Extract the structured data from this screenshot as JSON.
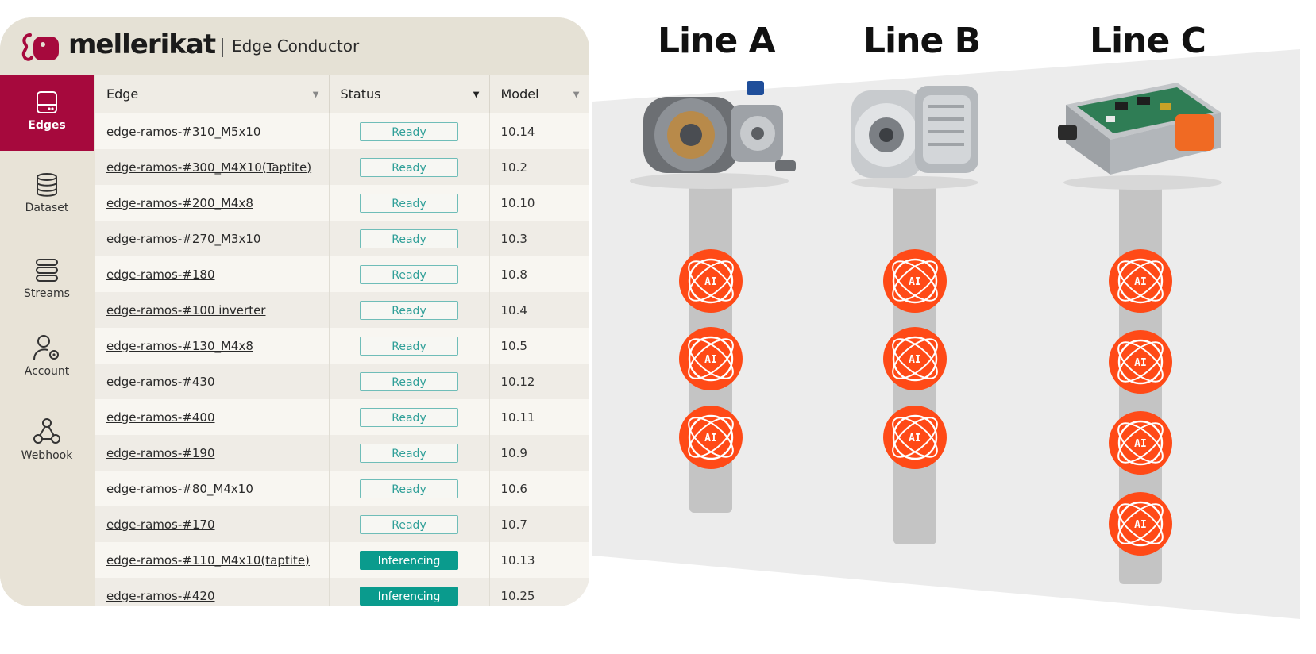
{
  "header": {
    "brand": "mellerikat",
    "product": "Edge Conductor"
  },
  "colors": {
    "brand": "#a6093d",
    "ready": "#2f9f98",
    "inferencing": "#0a9b8d",
    "ai_badge": "#ff4a17"
  },
  "sidebar": {
    "items": [
      {
        "label": "Edges",
        "icon": "edge-device-icon",
        "active": true
      },
      {
        "label": "Dataset",
        "icon": "database-icon"
      },
      {
        "label": "Streams",
        "icon": "streams-icon"
      },
      {
        "label": "Account",
        "icon": "account-settings-icon"
      },
      {
        "label": "Webhook",
        "icon": "webhook-icon"
      }
    ]
  },
  "table": {
    "columns": [
      "Edge",
      "Status",
      "Model"
    ],
    "rows": [
      {
        "edge": "edge-ramos-#310_M5x10",
        "status": "Ready",
        "model": "10.14"
      },
      {
        "edge": "edge-ramos-#300_M4X10(Taptite)",
        "status": "Ready",
        "model": "10.2"
      },
      {
        "edge": "edge-ramos-#200_M4x8",
        "status": "Ready",
        "model": "10.10"
      },
      {
        "edge": "edge-ramos-#270_M3x10",
        "status": "Ready",
        "model": "10.3"
      },
      {
        "edge": "edge-ramos-#180",
        "status": "Ready",
        "model": "10.8"
      },
      {
        "edge": "edge-ramos-#100 inverter",
        "status": "Ready",
        "model": "10.4"
      },
      {
        "edge": "edge-ramos-#130_M4x8",
        "status": "Ready",
        "model": "10.5"
      },
      {
        "edge": "edge-ramos-#430",
        "status": "Ready",
        "model": "10.12"
      },
      {
        "edge": "edge-ramos-#400",
        "status": "Ready",
        "model": "10.11"
      },
      {
        "edge": "edge-ramos-#190",
        "status": "Ready",
        "model": "10.9"
      },
      {
        "edge": "edge-ramos-#80_M4x10",
        "status": "Ready",
        "model": "10.6"
      },
      {
        "edge": "edge-ramos-#170",
        "status": "Ready",
        "model": "10.7"
      },
      {
        "edge": "edge-ramos-#110_M4x10(taptite)",
        "status": "Inferencing",
        "model": "10.13"
      },
      {
        "edge": "edge-ramos-#420",
        "status": "Inferencing",
        "model": "10.25"
      }
    ]
  },
  "lines": [
    {
      "title": "Line A",
      "product": "electric-motor-image",
      "ai_count": 3
    },
    {
      "title": "Line B",
      "product": "gearbox-image",
      "ai_count": 3
    },
    {
      "title": "Line C",
      "product": "inverter-board-image",
      "ai_count": 4
    }
  ],
  "ai_badge_label": "AI"
}
